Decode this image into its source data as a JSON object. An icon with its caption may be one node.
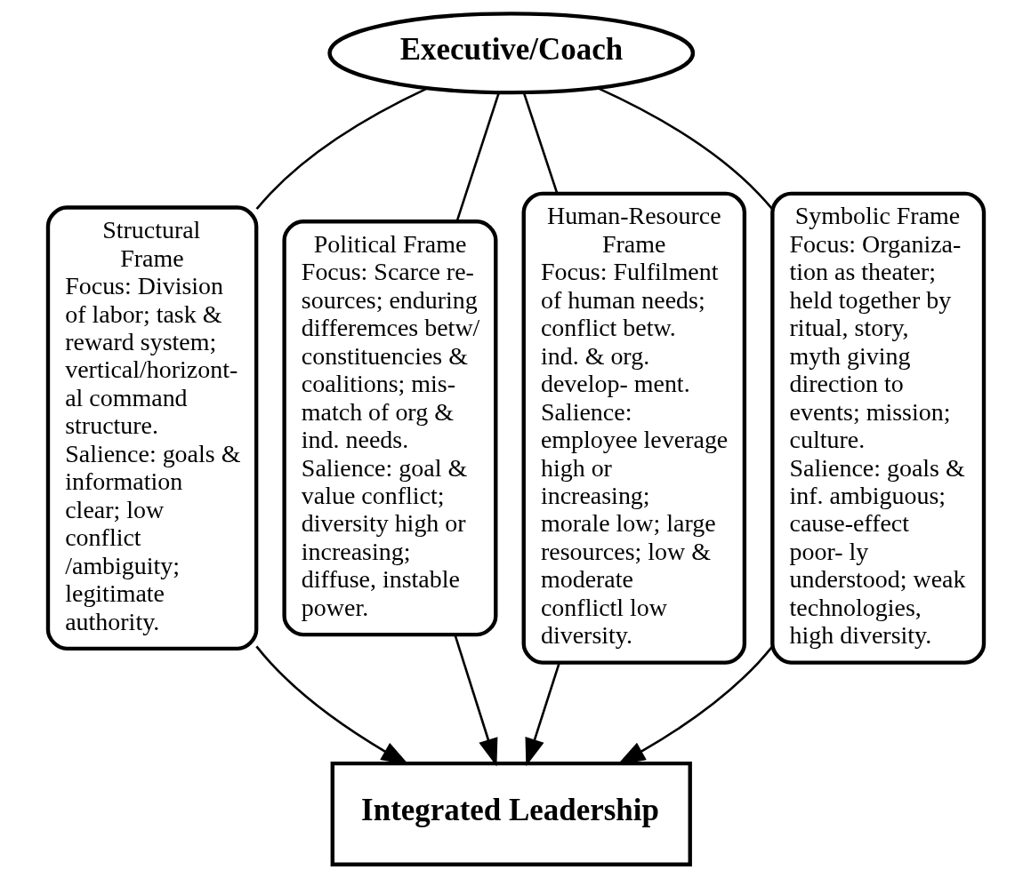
{
  "diagram": {
    "nodes": [
      {
        "text": [
          "Executive/Coach"
        ]
      },
      {
        "text": [
          "Structural Frame",
          "Focus: Division of labor; task & reward system; vertical/horizont- al command structure.",
          "Salience: goals & information clear; low conflict /ambiguity; legitimate authority."
        ]
      },
      {
        "text": [
          "Political Frame",
          "Focus: Scarce re- sources; enduring differemces betw/ constituencies & coalitions; mis- match of org & ind. needs.",
          "Salience: goal & value conflict; diversity high or increasing; diffuse, instable power."
        ]
      },
      {
        "text": [
          "Human-Resource Frame",
          "Focus: Fulfilment of human needs; conflict betw. ind. & org. develop- ment.",
          "Salience: employee leverage high or increasing; morale low; large resources; low & moderate conflictl low diversity."
        ]
      },
      {
        "text": [
          "Symbolic Frame",
          "Focus: Organiza- tion as theater; held together by ritual, story, myth giving direction to events; mission; culture.",
          "Salience: goals & inf. ambiguous; cause-effect poor- ly understood; weak technologies, high diversity."
        ]
      },
      {
        "text": [
          "Integrated Leadership"
        ]
      }
    ],
    "edges": [
      {
        "from": 0,
        "to": 1,
        "arrow": "none"
      },
      {
        "from": 0,
        "to": 2,
        "arrow": "none"
      },
      {
        "from": 0,
        "to": 3,
        "arrow": "none"
      },
      {
        "from": 0,
        "to": 4,
        "arrow": "none"
      },
      {
        "from": 1,
        "to": 5,
        "arrow": "to"
      },
      {
        "from": 2,
        "to": 5,
        "arrow": "to"
      },
      {
        "from": 3,
        "to": 5,
        "arrow": "to"
      },
      {
        "from": 4,
        "to": 5,
        "arrow": "to"
      }
    ]
  }
}
